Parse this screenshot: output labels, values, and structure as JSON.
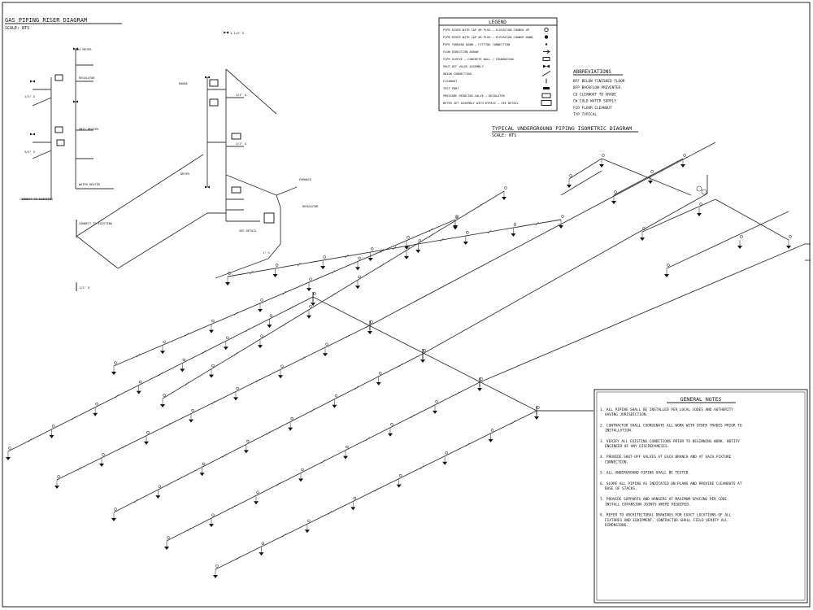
{
  "titles": {
    "main_title": "GAS PIPING RISER DIAGRAM",
    "main_scale": "SCALE: NTS",
    "sub_title": "TYPICAL UNDERGROUND PIPING ISOMETRIC DIAGRAM",
    "sub_scale": "SCALE: NTS"
  },
  "legend": {
    "title": "LEGEND",
    "rows": [
      {
        "text": "PIPE RISER WITH CAP OR PLUG — ELEVATION CHANGE UP",
        "symbol": "circle-open"
      },
      {
        "text": "PIPE RISER WITH CAP OR PLUG — ELEVATION CHANGE DOWN",
        "symbol": "circle-filled"
      },
      {
        "text": "PIPE TURNING DOWN — FITTING CONNECTION",
        "symbol": "dot"
      },
      {
        "text": "FLOW DIRECTION ARROW",
        "symbol": "arrow"
      },
      {
        "text": "PIPE SLEEVE — CONCRETE WALL / FOUNDATION",
        "symbol": "sleeve"
      },
      {
        "text": "SHUT-OFF VALVE ASSEMBLY",
        "symbol": "valve"
      },
      {
        "text": "UNION CONNECTION",
        "symbol": "slash"
      },
      {
        "text": "CLEANOUT",
        "symbol": "tick"
      },
      {
        "text": "TEST PORT",
        "symbol": "bar"
      },
      {
        "text": "PRESSURE REDUCING VALVE — REGULATOR",
        "symbol": "box"
      },
      {
        "text": "METER SET ASSEMBLY WITH BYPASS — SEE DETAIL",
        "symbol": "box2"
      }
    ]
  },
  "abbreviations": {
    "title": "ABBREVIATIONS",
    "rows": [
      "BFF   BELOW FINISHED FLOOR",
      "BFP   BACKFLOW PREVENTER",
      "CO    CLEANOUT TO GRADE",
      "CW    COLD WATER SUPPLY",
      "FCO   FLOOR CLEANOUT",
      "TYP   TYPICAL"
    ]
  },
  "general_notes": {
    "title": "GENERAL NOTES",
    "items": [
      "1. ALL PIPING SHALL BE INSTALLED PER LOCAL CODES AND AUTHORITY HAVING JURISDICTION.",
      "2. CONTRACTOR SHALL COORDINATE ALL WORK WITH OTHER TRADES PRIOR TO INSTALLATION.",
      "3. VERIFY ALL EXISTING CONDITIONS PRIOR TO BEGINNING WORK. NOTIFY ENGINEER OF ANY DISCREPANCIES.",
      "4. PROVIDE SHUT-OFF VALVES AT EACH BRANCH AND AT EACH FIXTURE CONNECTION.",
      "5. ALL UNDERGROUND PIPING SHALL BE TESTED.",
      "6. SLOPE ALL PIPING AS INDICATED ON PLANS AND PROVIDE CLEANOUTS AT BASE OF STACKS.",
      "7. PROVIDE SUPPORTS AND HANGERS AT MAXIMUM SPACING PER CODE. INSTALL EXPANSION JOINTS WHERE REQUIRED.",
      "8. REFER TO ARCHITECTURAL DRAWINGS FOR EXACT LOCATIONS OF ALL FIXTURES AND EQUIPMENT. CONTRACTOR SHALL FIELD VERIFY ALL DIMENSIONS."
    ]
  },
  "riser_labels": [
    "CONNECT TO EXISTING",
    "GAS METER",
    "REGULATOR",
    "UNIT HEATER",
    "WATER HEATER",
    "FURNACE",
    "RANGE",
    "DRYER",
    "1\" G",
    "3/4\" G",
    "1/2\" G",
    "1-1/4\" G",
    "SEE DETAIL"
  ]
}
